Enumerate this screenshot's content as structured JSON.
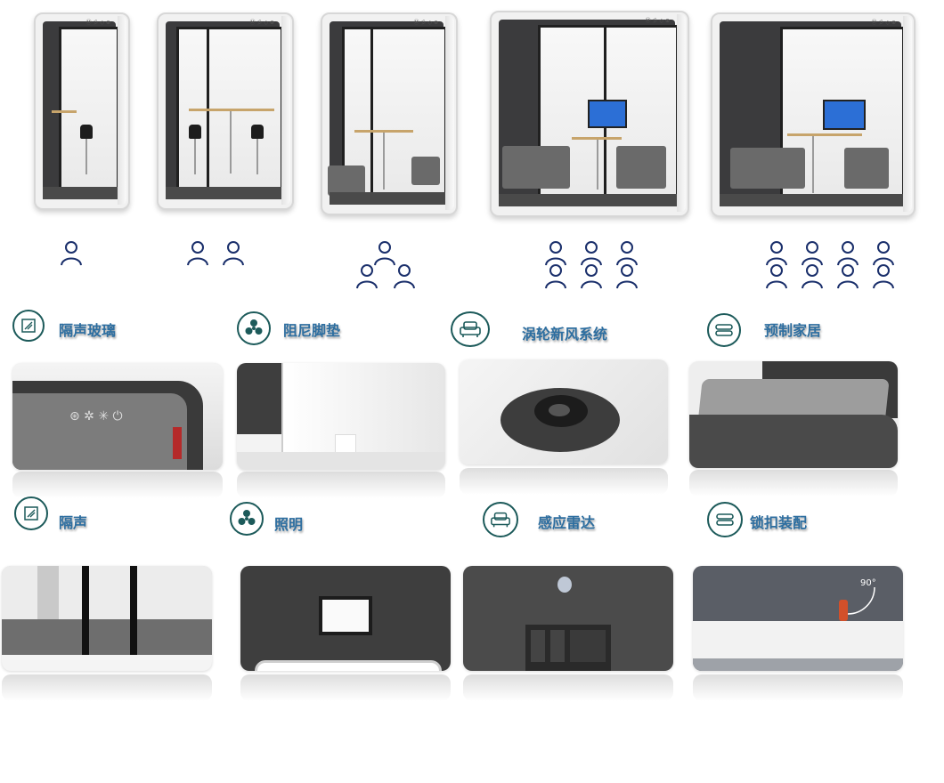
{
  "booths": [
    {
      "name": "single",
      "persons": 1,
      "logo": "Ⓜ 彡 ◇ ⊕"
    },
    {
      "name": "double",
      "persons": 2,
      "logo": "Ⓜ 彡 ◇ ⊕"
    },
    {
      "name": "triple",
      "persons": 3,
      "logo": "Ⓜ 彡 ◇ ⊕"
    },
    {
      "name": "six",
      "persons": 6,
      "logo": "Ⓜ 彡 ◇ ⊕"
    },
    {
      "name": "eight",
      "persons": 8,
      "logo": "Ⓜ 彡 ◇ ⊕"
    }
  ],
  "features_row1": [
    {
      "icon": "glass-icon",
      "label": "隔声玻璃"
    },
    {
      "icon": "fan-icon",
      "label": "阻尼脚垫"
    },
    {
      "icon": "sofa-icon",
      "label": "涡轮新风系统"
    },
    {
      "icon": "panel-icon",
      "label": "预制家居"
    }
  ],
  "features_row2": [
    {
      "icon": "glass-icon",
      "label": "隔声"
    },
    {
      "icon": "fan-icon",
      "label": "照明"
    },
    {
      "icon": "sofa-icon",
      "label": "感应雷达"
    },
    {
      "icon": "panel-icon",
      "label": "锁扣装配"
    }
  ],
  "annotations": {
    "angle": "90°"
  },
  "colors": {
    "icon": "#1c5a5a",
    "label": "#2d6ea0",
    "person": "#1a2f6b"
  }
}
